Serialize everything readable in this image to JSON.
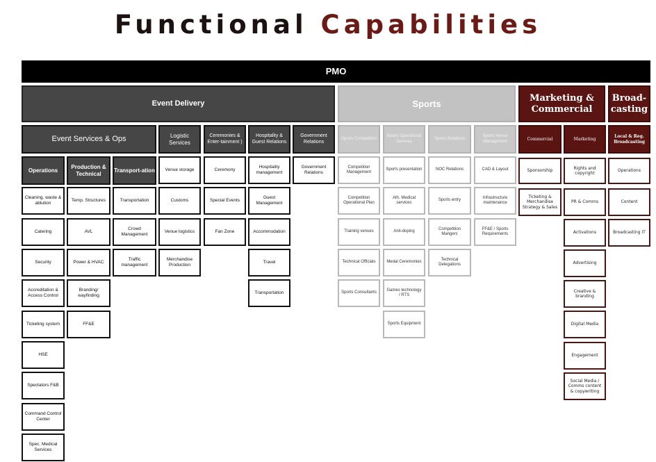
{
  "title": {
    "part1": "Functional",
    "part2": "Capabilities"
  },
  "pmo": "PMO",
  "event_delivery": {
    "label": "Event Delivery",
    "event_services_ops": {
      "label": "Event Services & Ops",
      "operations": {
        "label": "Operations",
        "items": [
          "Cleaning, waste & ablution",
          "Catering",
          "Security",
          "Accreditation & Access Control",
          "Ticketing system",
          "HSE",
          "Spectators F&B",
          "Command Control Center",
          "Spec. Medical Services"
        ]
      },
      "production_technical": {
        "label": "Production & Technical",
        "items": [
          "Temp. Structures",
          "AVL",
          "Power & HVAC",
          "Branding/ wayfinding",
          "FF&E"
        ]
      },
      "transportation": {
        "label": "Transport-ation",
        "items": [
          "Transportation",
          "Crowd Management",
          "Traffic management"
        ]
      }
    },
    "logistic_services": {
      "label": "Logistic Services",
      "items": [
        "Venue storage",
        "Customs",
        "Venue logistics",
        "Merchandise Production"
      ]
    },
    "ceremonies": {
      "label": "Ceremonies & Enter-tainment )",
      "items": [
        "Ceremony",
        "Special Events",
        "Fan Zone"
      ]
    },
    "hospitality": {
      "label": "Hospitality & Guest Relations",
      "items": [
        "Hospitality management",
        "Guest Management",
        "Accommodation",
        "Travel",
        "Transportation"
      ]
    },
    "government": {
      "label": "Government Relations",
      "items": [
        "Government Relations"
      ]
    }
  },
  "sports": {
    "label": "Sports",
    "competition": {
      "label": "Sports Competition",
      "items": [
        "Competition Management",
        "Competition Operational Plan",
        "Training venues",
        "Technical Officials",
        "Sports Consultants"
      ]
    },
    "operational": {
      "label": "Sports Operational Services",
      "items": [
        "Sports presentation",
        "Ath. Medical services",
        "Anti-doping",
        "Medal Ceremonies",
        "Games technology / RTS",
        "Sports Equipment"
      ]
    },
    "relations": {
      "label": "Sports Relations",
      "items": [
        "NOC Relations",
        "Sports entry",
        "Competition Mangers",
        "Technical Delegations"
      ]
    },
    "venue": {
      "label": "Sports Venue Management",
      "items": [
        "CAD & Layout",
        "Infrastructure maintenance",
        "FF&E / Sports Requirements"
      ]
    }
  },
  "marketing": {
    "label": "Marketing & Commercial",
    "commercial": {
      "label": "Commercial",
      "items": [
        "Sponsorship",
        "Ticketing & Merchandise Strategy & Sales"
      ]
    },
    "marketing_sub": {
      "label": "Marketing",
      "items": [
        "Rights and copyright",
        "PR & Comms",
        "Activations",
        "Advertising",
        "Creative & branding",
        "Digital Media",
        "Engagement",
        "Social Media / Comms content & copywriting"
      ]
    }
  },
  "broadcasting": {
    "label": "Broad-casting",
    "local": {
      "label": "Local & Reg. Broadcasting",
      "items": [
        "Operations",
        "Content",
        "Broadcasting IT"
      ]
    }
  },
  "colors": {
    "black": "#000000",
    "dark_grey": "#464646",
    "light_grey": "#c2c2c2",
    "maroon": "#5a1512"
  }
}
